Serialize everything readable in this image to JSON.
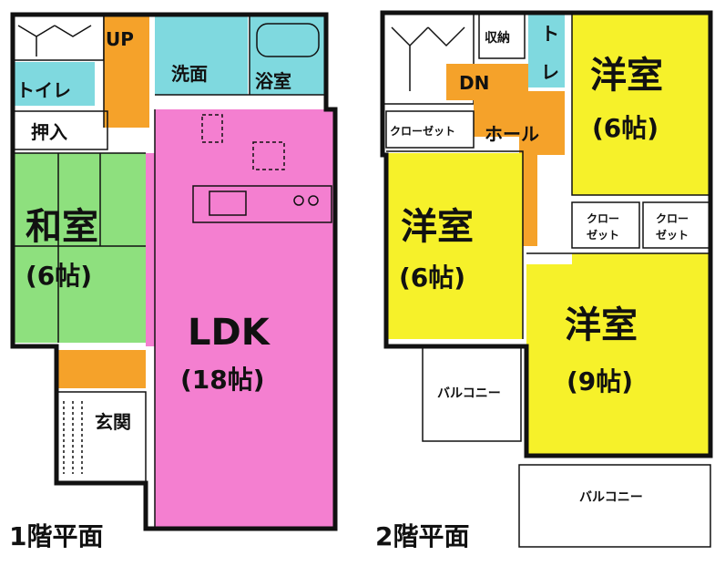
{
  "floor1": {
    "title": "1階平面",
    "rooms": {
      "ldk_name": "LDK",
      "ldk_size": "(18帖)",
      "washitsu_name": "和室",
      "washitsu_size": "(6帖)",
      "toilet": "トイレ",
      "up": "UP",
      "senmen": "洗面",
      "yokushitsu": "浴室",
      "oshiire": "押入",
      "genkan": "玄関"
    }
  },
  "floor2": {
    "title": "2階平面",
    "rooms": {
      "youshitsu_a_name": "洋室",
      "youshitsu_a_size": "(6帖)",
      "youshitsu_b_name": "洋室",
      "youshitsu_b_size": "(6帖)",
      "youshitsu_c_name": "洋室",
      "youshitsu_c_size": "(9帖)",
      "shuno": "収納",
      "toilet_v1": "ト",
      "toilet_v2": "レ",
      "dn": "DN",
      "hall": "ホール",
      "closet_1": "クローゼット",
      "closet_2a": "クロー",
      "closet_2b": "ゼット",
      "closet_3a": "クロー",
      "closet_3b": "ゼット",
      "balcony_1": "バルコニー",
      "balcony_2": "バルコニー"
    }
  },
  "colors": {
    "ldk": "#f47fd0",
    "washitsu": "#8ee07e",
    "wet": "#7fd9df",
    "hall": "#f5a22a",
    "youshitsu": "#f6f12a"
  }
}
